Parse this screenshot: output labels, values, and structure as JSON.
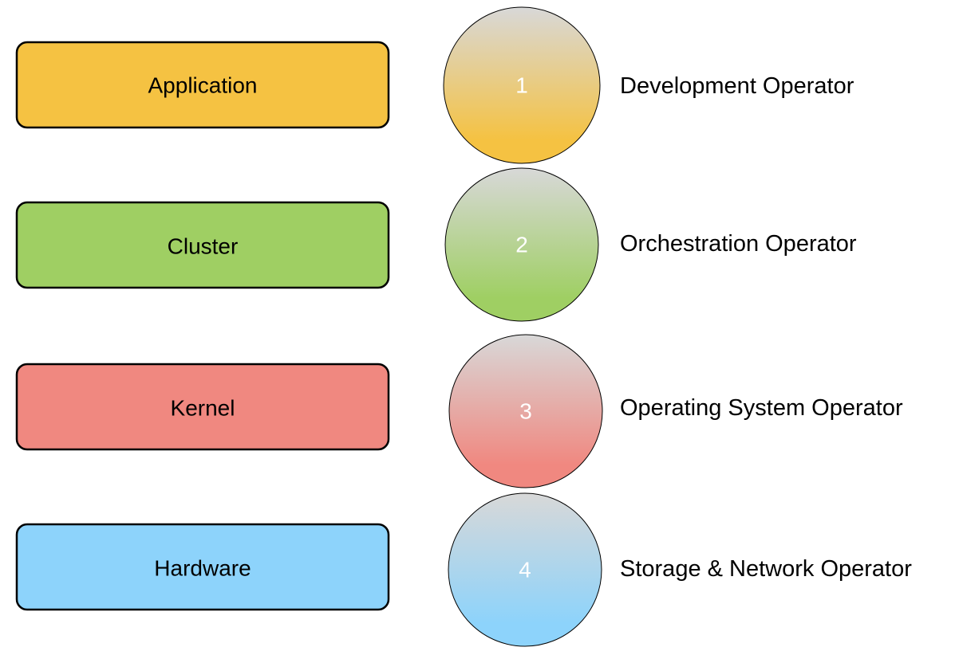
{
  "layers": [
    {
      "label": "Application",
      "number": "1",
      "operator": "Development Operator",
      "color": "#f5c242"
    },
    {
      "label": "Cluster",
      "number": "2",
      "operator": "Orchestration Operator",
      "color": "#9fcf63"
    },
    {
      "label": "Kernel",
      "number": "3",
      "operator": "Operating System Operator",
      "color": "#f08880"
    },
    {
      "label": "Hardware",
      "number": "4",
      "operator": "Storage & Network Operator",
      "color": "#8dd3fb"
    }
  ],
  "gradient_top_color": "#d8d8d8",
  "stroke_color": "#000000"
}
